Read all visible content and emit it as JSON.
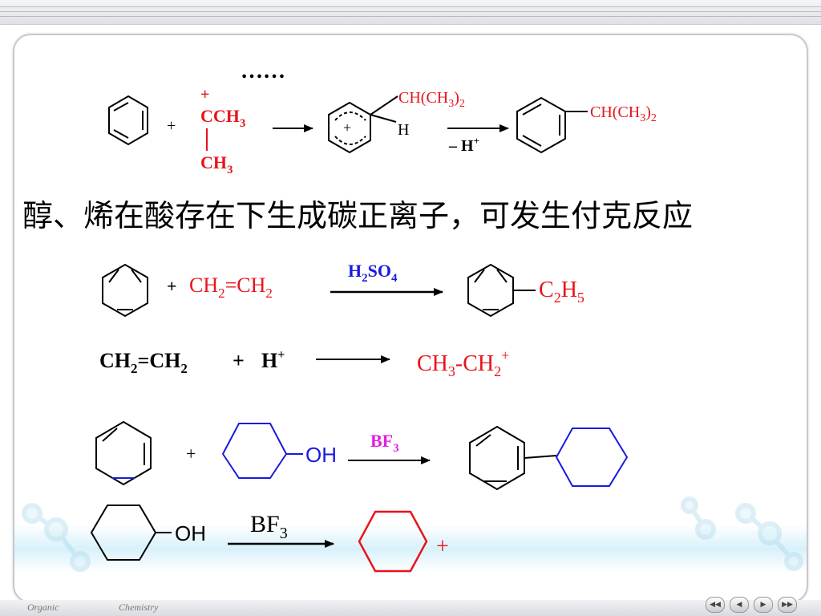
{
  "slide": {
    "ellipsis": "……",
    "heading": "醇、烯在酸存在下生成碳正离子，可发生付克反应",
    "footer": {
      "left": "Organic",
      "right": "Chemistry"
    }
  },
  "reaction1": {
    "plus1": "+",
    "cation_charge": "+",
    "cation_top": "CCH3",
    "cation_bottom": "CH3",
    "sigma_charge": "+",
    "sigma_sub": "CH(CH3)2",
    "sigma_h": "H",
    "minus_h": "– H+",
    "product_sub": "CH(CH3)2"
  },
  "reaction2": {
    "plus": "+",
    "reagent": "CH2=CH2",
    "catalyst": "H2SO4",
    "product_sub": "C2H5"
  },
  "reaction3": {
    "left": "CH2=CH2",
    "plus": "+",
    "acid": "H+",
    "product": "CH3-CH2+"
  },
  "reaction4": {
    "plus": "+",
    "oh": "OH",
    "catalyst": "BF3"
  },
  "reaction5": {
    "oh": "OH",
    "catalyst": "BF3",
    "charge": "+"
  },
  "nav": {
    "first": "◀◀",
    "prev": "◀",
    "next": "▶",
    "last": "▶▶"
  },
  "colors": {
    "red": "#e8141b",
    "blue": "#1a1adf",
    "magenta": "#e020e0",
    "black": "#000000"
  }
}
